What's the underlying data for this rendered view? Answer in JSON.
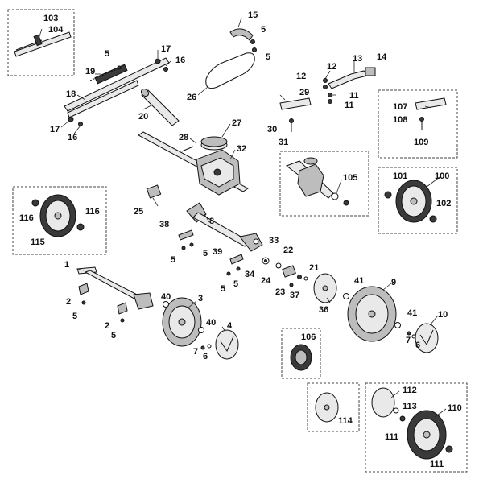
{
  "callouts": {
    "c103": "103",
    "c104": "104",
    "c15": "15",
    "c5a": "5",
    "c5b": "5",
    "c5c": "5",
    "c17a": "17",
    "c16a": "16",
    "c19": "19",
    "c18": "18",
    "c17b": "17",
    "c16b": "16",
    "c20": "20",
    "c26": "26",
    "c13": "13",
    "c14": "14",
    "c12a": "12",
    "c12b": "12",
    "c11a": "11",
    "c11b": "11",
    "c29": "29",
    "c30": "30",
    "c31": "31",
    "c107": "107",
    "c108": "108",
    "c109": "109",
    "c27": "27",
    "c28": "28",
    "c32": "32",
    "c105": "105",
    "c101": "101",
    "c100": "100",
    "c102": "102",
    "c116a": "116",
    "c116b": "116",
    "c115": "115",
    "c25": "25",
    "c38": "38",
    "c8": "8",
    "c5d": "5",
    "c5e": "5",
    "c39": "39",
    "c33": "33",
    "c22": "22",
    "c5f": "5",
    "c5g": "5",
    "c34": "34",
    "c24": "24",
    "c21": "21",
    "c23": "23",
    "c37": "37",
    "c36": "36",
    "c1": "1",
    "c2a": "2",
    "c5h": "5",
    "c2b": "2",
    "c5i": "5",
    "c40a": "40",
    "c3": "3",
    "c40b": "40",
    "c4": "4",
    "c7a": "7",
    "c6a": "6",
    "c41a": "41",
    "c9": "9",
    "c41b": "41",
    "c10": "10",
    "c7b": "7",
    "c6b": "6",
    "c106": "106",
    "c114": "114",
    "c112": "112",
    "c113": "113",
    "c110": "110",
    "c111a": "111",
    "c111b": "111"
  },
  "colors": {
    "line": "#111111",
    "box_border": "#444444",
    "part_light": "#e9e9e9",
    "part_mid": "#bdbdbd",
    "part_dark": "#3a3a3a",
    "background": "#ffffff"
  }
}
